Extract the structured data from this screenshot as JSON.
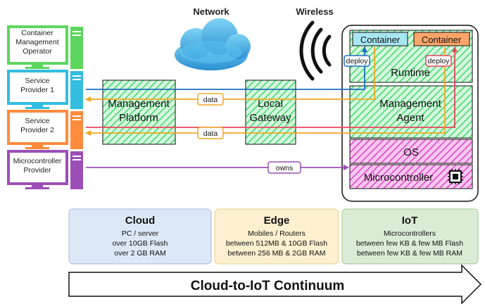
{
  "header": {
    "network_label": "Network",
    "wireless_label": "Wireless"
  },
  "actors": [
    {
      "id": "container-management-operator",
      "lines": [
        "Container",
        "Management",
        "Operator"
      ],
      "color": "#5dd65d"
    },
    {
      "id": "service-provider-1",
      "lines": [
        "Service",
        "Provider 1"
      ],
      "color": "#33bde0"
    },
    {
      "id": "service-provider-2",
      "lines": [
        "Service",
        "Provider 2"
      ],
      "color": "#ff8b3d"
    },
    {
      "id": "microcontroller-provider",
      "lines": [
        "Microcontroller",
        "Provider"
      ],
      "color": "#9b4fb6"
    }
  ],
  "management_platform": {
    "lines": [
      "Management",
      "Platform"
    ]
  },
  "local_gateway": {
    "lines": [
      "Local",
      "Gateway"
    ]
  },
  "device": {
    "container_1": "Container",
    "container_2": "Container",
    "deploy_1": "deploy",
    "deploy_2": "deploy",
    "runtime": "Runtime",
    "management_agent_lines": [
      "Management",
      "Agent"
    ],
    "os": "OS",
    "microcontroller": "Microcontroller"
  },
  "links": {
    "data_1": "data",
    "data_2": "data",
    "owns": "owns"
  },
  "tiers": [
    {
      "id": "cloud",
      "title": "Cloud",
      "lines": [
        "PC / server",
        "over 10GB Flash",
        "over 2 GB RAM"
      ],
      "bg": "#dde8f7",
      "border": "#9fb8dd"
    },
    {
      "id": "edge",
      "title": "Edge",
      "lines": [
        "Mobiles / Routers",
        "between 512MB & 10GB Flash",
        "between 256 MB & 2GB RAM"
      ],
      "bg": "#fdf0cf",
      "border": "#e8cf8a"
    },
    {
      "id": "iot",
      "title": "IoT",
      "lines": [
        "Microcontrollers",
        "between few KB & few MB Flash",
        "between few KB & few MB RAM"
      ],
      "bg": "#dbecd6",
      "border": "#9cc590"
    }
  ],
  "continuum_label": "Cloud-to-IoT Continuum",
  "colors": {
    "hatch_green": "#3ddb6b",
    "hatch_magenta": "#e040c8",
    "link_blue": "#1f6fc0",
    "link_orange": "#f2a623",
    "link_red": "#e8475d",
    "link_purple": "#9b4fb6",
    "container_1_fill": "#a8e6f2",
    "container_2_fill": "#ffa56a"
  }
}
